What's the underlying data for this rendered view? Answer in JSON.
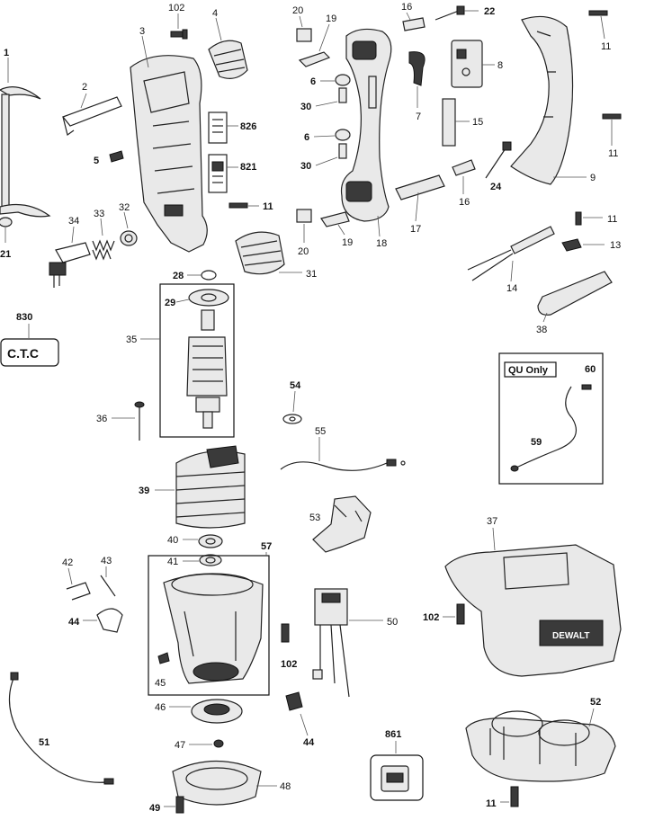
{
  "diagram": {
    "ctc_label": "C.T.C",
    "qu_only_label": "QU Only",
    "brand": "DEWALT",
    "callouts": {
      "c1": "1",
      "c2": "2",
      "c3": "3",
      "c4": "4",
      "c5": "5",
      "c6a": "6",
      "c6b": "6",
      "c7": "7",
      "c8": "8",
      "c9": "9",
      "c11a": "11",
      "c11b": "11",
      "c11c": "11",
      "c11d": "11",
      "c11e": "11",
      "c13": "13",
      "c14": "14",
      "c15": "15",
      "c16a": "16",
      "c16b": "16",
      "c17": "17",
      "c18": "18",
      "c19a": "19",
      "c19b": "19",
      "c20a": "20",
      "c20b": "20",
      "c21": "21",
      "c22": "22",
      "c24": "24",
      "c28": "28",
      "c29": "29",
      "c30a": "30",
      "c30b": "30",
      "c31": "31",
      "c32": "32",
      "c33": "33",
      "c34": "34",
      "c35": "35",
      "c36": "36",
      "c37": "37",
      "c38": "38",
      "c39": "39",
      "c40": "40",
      "c41": "41",
      "c42": "42",
      "c43": "43",
      "c44a": "44",
      "c44b": "44",
      "c45": "45",
      "c46": "46",
      "c47": "47",
      "c48": "48",
      "c49": "49",
      "c50": "50",
      "c51": "51",
      "c52": "52",
      "c53": "53",
      "c54": "54",
      "c55": "55",
      "c57": "57",
      "c59": "59",
      "c60": "60",
      "c102a": "102",
      "c102b": "102",
      "c102c": "102",
      "c821": "821",
      "c826": "826",
      "c830": "830",
      "c861": "861"
    }
  }
}
